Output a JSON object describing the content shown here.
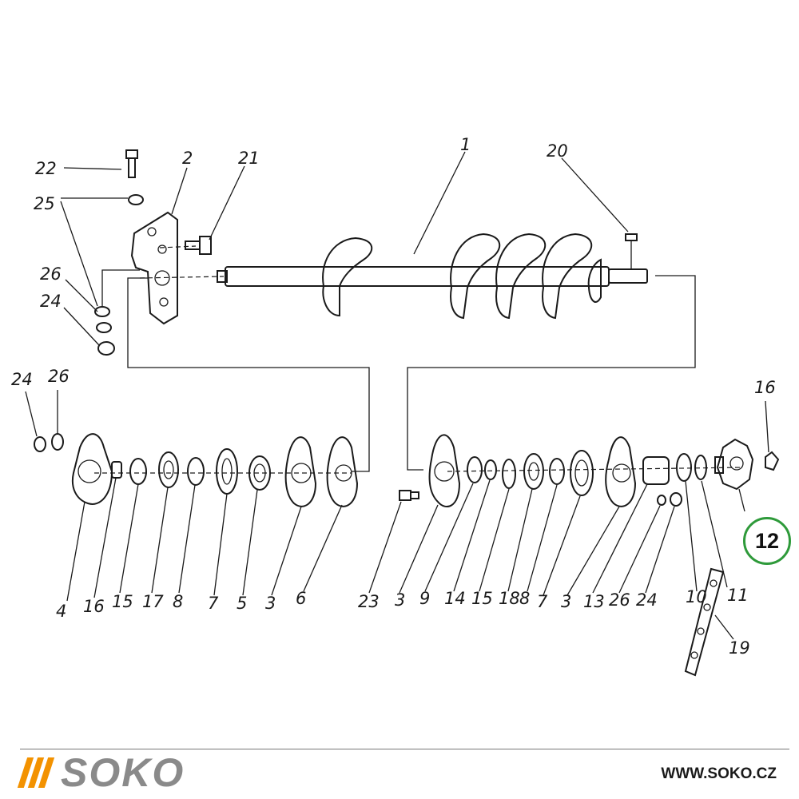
{
  "diagram": {
    "labels": {
      "p1": "1",
      "p2": "2",
      "p20": "20",
      "p21": "21",
      "p22": "22",
      "p25": "25",
      "p26a": "26",
      "p24a": "24",
      "p24b": "24",
      "p26b": "26",
      "p16a": "16",
      "p4": "4",
      "p16b": "16",
      "p15a": "15",
      "p17": "17",
      "p8a": "8",
      "p7a": "7",
      "p5": "5",
      "p3a": "3",
      "p6": "6",
      "p23": "23",
      "p3b": "3",
      "p9": "9",
      "p14": "14",
      "p15b": "15",
      "p18": "18",
      "p8b": "8",
      "p7b": "7",
      "p3c": "3",
      "p13": "13",
      "p26c": "26",
      "p24c": "24",
      "p10": "10",
      "p11": "11",
      "p19": "19"
    },
    "badge": "12"
  },
  "footer": {
    "brand": "SOKO",
    "website": "WWW.SOKO.CZ",
    "brand_color": "#8a8a8a",
    "accent_color": "#f39200",
    "badge_color": "#2e9a3a"
  }
}
